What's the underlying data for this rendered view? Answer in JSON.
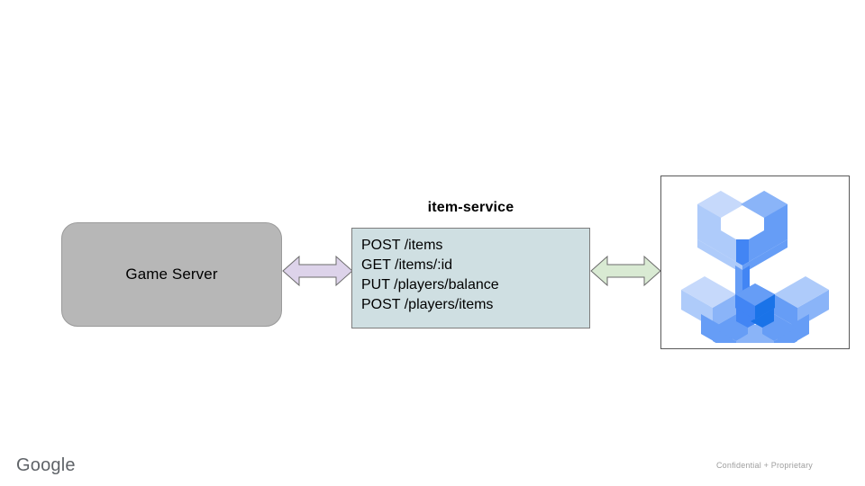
{
  "slide": {
    "background_color": "#ffffff"
  },
  "nodes": {
    "game_server": {
      "label": "Game Server",
      "fill_color": "#b7b7b7",
      "border_color": "#9a9a9a"
    },
    "item_service": {
      "title": "item-service",
      "fill_color": "#cfdfe2",
      "border_color": "#7d7d7d",
      "endpoints": [
        "POST /items",
        "GET /items/:id",
        "PUT /players/balance",
        "POST /players/items"
      ]
    },
    "logo_panel": {
      "alt_label": "wrench-triskelion-logo",
      "border_color": "#595959",
      "colors": {
        "light": "#aecbfa",
        "medium": "#669df6",
        "dark": "#4285f4",
        "darkest": "#1a73e8"
      }
    }
  },
  "connectors": [
    {
      "name": "game-server-to-item-service",
      "direction": "bidirectional",
      "fill_color": "#ddd3ea",
      "border_color": "#6b6b6b"
    },
    {
      "name": "item-service-to-logo",
      "direction": "bidirectional",
      "fill_color": "#d9ead3",
      "border_color": "#6b6b6b"
    }
  ],
  "footer": {
    "brand": "Google",
    "brand_color": "#5f6368",
    "note": "Confidential + Proprietary",
    "note_color": "#9e9e9e"
  }
}
